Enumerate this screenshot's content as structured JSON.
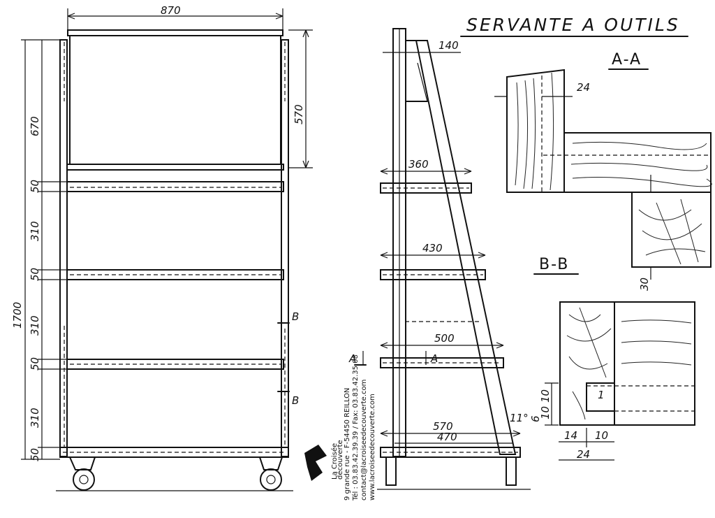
{
  "title": "SERVANTE A OUTILS",
  "sections": {
    "aa": "A-A",
    "bb": "B-B"
  },
  "front_dims": {
    "width": "870",
    "height": "1700",
    "top": "670",
    "right": "570",
    "s1": "50",
    "m1": "310",
    "s2": "50",
    "m2": "310",
    "s3": "50",
    "m3": "310",
    "s4": "50"
  },
  "side_dims": {
    "top": "140",
    "shelf1": "360",
    "shelf2": "430",
    "shelf3": "500",
    "foot1": "570",
    "foot2": "470",
    "angle": "11°"
  },
  "section_dims": {
    "aa_top": "24",
    "aa_bottom": "30",
    "bb_v1": "10",
    "bb_v2": "10",
    "bb_v3": "6",
    "bb_h1": "14",
    "bb_h2": "10",
    "bb_h3": "24",
    "bb_gap": "1"
  },
  "markers": {
    "a": "A",
    "b": "B"
  },
  "stamp": {
    "brand": "La Croisée",
    "sub": "découverte",
    "lines": [
      "9 grande rue - F-54450 REILLON",
      "Tél : 03.83.42.39.39 / Fax: 03.83.42.35.08",
      "contact@lacroiseedecouverte.com",
      "www.lacroiseedecouverte.com"
    ]
  }
}
